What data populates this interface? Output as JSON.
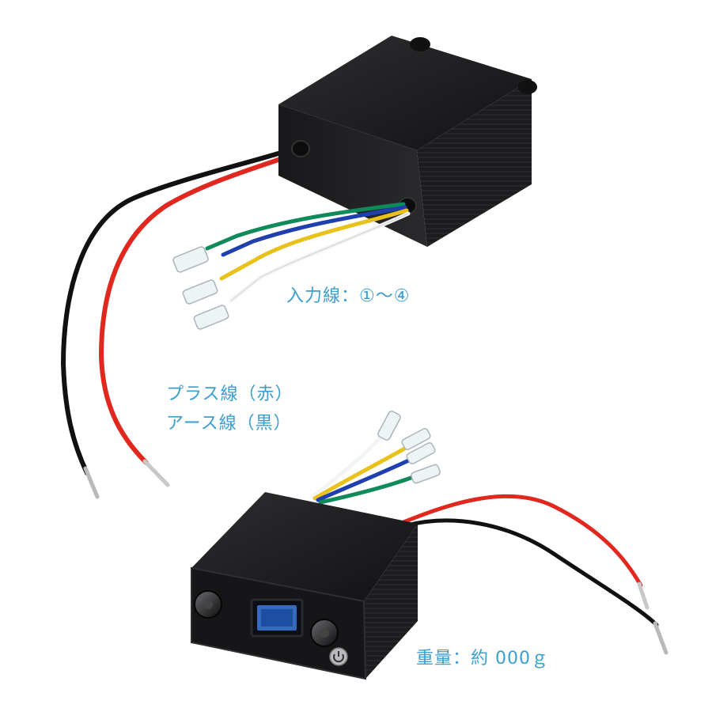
{
  "captions": {
    "input_wires": "入力線：①～④",
    "plus_wire": "プラス線（赤）",
    "earth_wire": "アース線（黒）",
    "weight": "重量：約 000ｇ"
  },
  "display": {
    "readout": "",
    "power_icon": "power-icon"
  },
  "colors": {
    "caption": "#3a9fd0",
    "housing": "#1b1b1d",
    "wire_red": "#e0281f",
    "wire_black": "#111111",
    "wire_green": "#0f8a5a",
    "wire_blue": "#1f3fae",
    "wire_yellow": "#e8c21a",
    "wire_white": "#f4f4f4",
    "display_blue": "#3d7bd8"
  }
}
